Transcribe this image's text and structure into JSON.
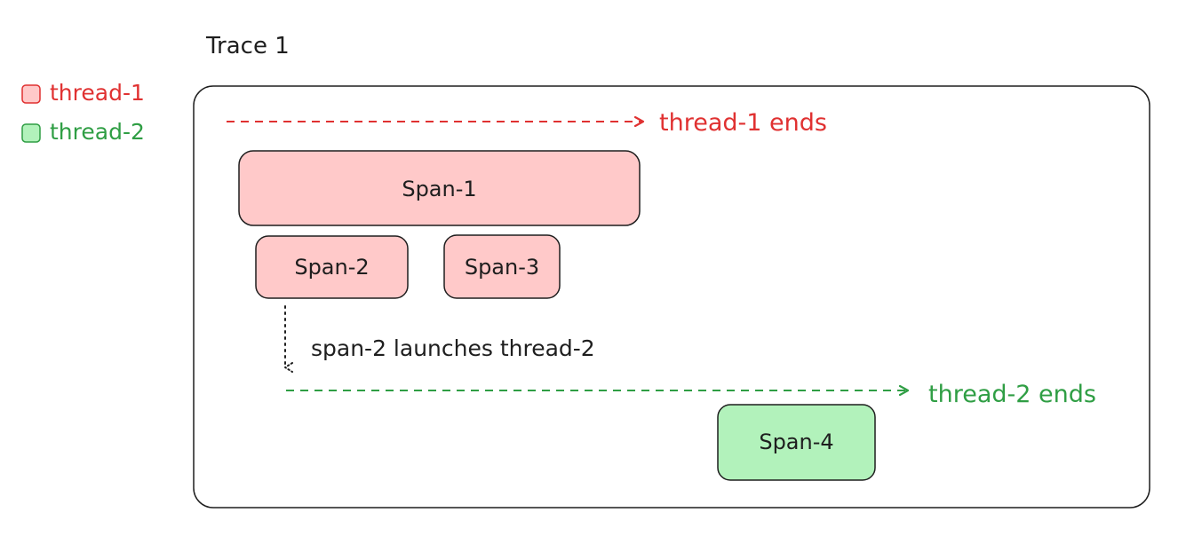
{
  "title": "Trace 1",
  "legend": {
    "items": [
      {
        "label": "thread-1",
        "color": "#ffc9c9",
        "text_color": "#e03131"
      },
      {
        "label": "thread-2",
        "color": "#b2f2bb",
        "text_color": "#2f9e44"
      }
    ]
  },
  "threads": {
    "thread1": {
      "end_label": "thread-1 ends",
      "color": "#e03131"
    },
    "thread2": {
      "end_label": "thread-2 ends",
      "color": "#2f9e44"
    }
  },
  "spans": {
    "span1": {
      "label": "Span-1",
      "fill": "#ffc9c9"
    },
    "span2": {
      "label": "Span-2",
      "fill": "#ffc9c9"
    },
    "span3": {
      "label": "Span-3",
      "fill": "#ffc9c9"
    },
    "span4": {
      "label": "Span-4",
      "fill": "#b2f2bb"
    }
  },
  "annotation": {
    "launch_text": "span-2 launches thread-2"
  },
  "colors": {
    "stroke": "#1e1e1e",
    "thread1": "#e03131",
    "thread2": "#2f9e44",
    "pink_fill": "#ffc9c9",
    "green_fill": "#b2f2bb"
  }
}
